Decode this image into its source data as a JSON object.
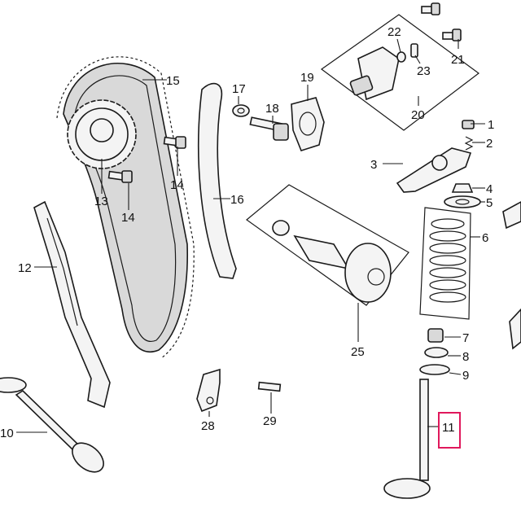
{
  "callouts": {
    "c1": "1",
    "c2": "2",
    "c3": "3",
    "c4": "4",
    "c5": "5",
    "c6": "6",
    "c7": "7",
    "c8": "8",
    "c9": "9",
    "c10": "10",
    "c11": "11",
    "c12": "12",
    "c13": "13",
    "c14a": "14",
    "c14b": "14",
    "c15": "15",
    "c16": "16",
    "c17": "17",
    "c18": "18",
    "c19": "19",
    "c20": "20",
    "c21": "21",
    "c22": "22",
    "c23": "23",
    "c25": "25",
    "c28": "28",
    "c29": "29"
  },
  "highlight": {
    "callout": "11",
    "color": "#e0185c"
  }
}
